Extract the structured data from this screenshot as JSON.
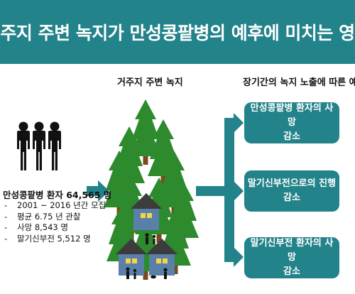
{
  "title": "거주지 주변 녹지가 만성콩팥병의 예후에 미치는 영향",
  "labels": {
    "green": "거주지 주변 녹지",
    "prognosis": "장기간의 녹지 노출에 따른 예후"
  },
  "cohort": {
    "title": "만성콩팥병 환자 64,565 명",
    "items": [
      "2001 ~ 2016 년간 모집",
      "평균 6.75 년 관찰",
      "사망 8,543 명",
      "말기신부전 5,512 명"
    ]
  },
  "outcomes": [
    {
      "line1": "만성콩팥병 환자의 사망",
      "line2": "감소"
    },
    {
      "line1": "말기신부전으로의 진행",
      "line2": "감소"
    },
    {
      "line1": "말기신부전 환자의 사망",
      "line2": "감소"
    }
  ],
  "colors": {
    "teal": "#23838a",
    "tree": "#2d8a2d",
    "trunk": "#7a4a1e",
    "house": "#5a7fa8",
    "roof": "#3c3c3c"
  }
}
